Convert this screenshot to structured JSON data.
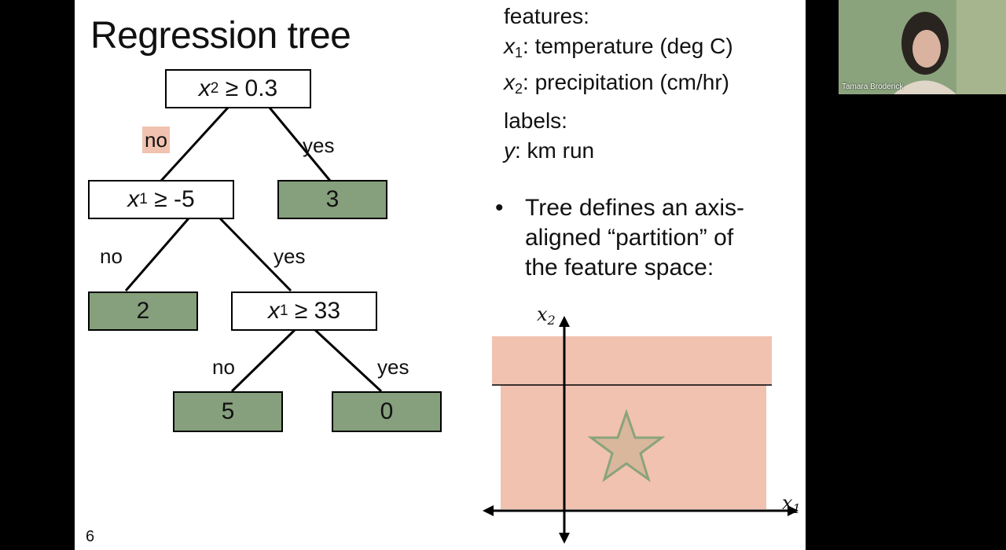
{
  "slide": {
    "title": "Regression tree",
    "page_number": "6",
    "tree": {
      "root": {
        "var": "x",
        "sub": "2",
        "op": "≥ 0.3"
      },
      "node2": {
        "var": "x",
        "sub": "1",
        "op": "≥ -5"
      },
      "node3": {
        "var": "x",
        "sub": "1",
        "op": "≥ 33"
      },
      "leaf_a": "3",
      "leaf_b": "2",
      "leaf_c": "5",
      "leaf_d": "0",
      "labels": {
        "root_no": "no",
        "root_yes": "yes",
        "n2_no": "no",
        "n2_yes": "yes",
        "n3_no": "no",
        "n3_yes": "yes"
      }
    },
    "features": {
      "heading": "features:",
      "f1_var": "x",
      "f1_sub": "1",
      "f1_desc": ": temperature (deg C)",
      "f2_var": "x",
      "f2_sub": "2",
      "f2_desc": ": precipitation (cm/hr)"
    },
    "labels_section": {
      "heading": "labels:",
      "y_var": "y",
      "y_desc": ": km run"
    },
    "bullet": {
      "dot": "•",
      "text": "Tree defines an axis-aligned “partition” of the feature space:"
    },
    "plot": {
      "x_axis_label": "x",
      "x_axis_sub": "1",
      "y_axis_label": "x",
      "y_axis_sub": "2"
    },
    "colors": {
      "leaf_fill": "#869f7c",
      "region_fill": "#f1c2b0",
      "star_fill": "#d8b79c",
      "star_stroke": "#8aa37c",
      "highlight": "#f1c2b0"
    }
  },
  "webcam": {
    "participant_name": "Tamara Broderick"
  }
}
